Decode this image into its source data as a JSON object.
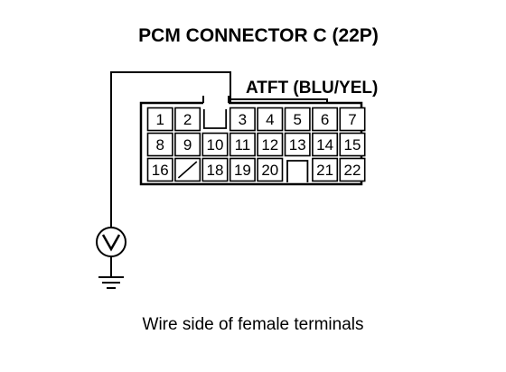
{
  "title": "PCM CONNECTOR C (22P)",
  "wire_label": "ATFT (BLU/YEL)",
  "caption": "Wire side of female terminals",
  "connector": {
    "rows": [
      [
        "1",
        "2",
        "",
        "3",
        "4",
        "5",
        "6",
        "7"
      ],
      [
        "8",
        "9",
        "10",
        "11",
        "12",
        "13",
        "14",
        "15"
      ],
      [
        "16",
        "",
        "18",
        "19",
        "20",
        "",
        "21",
        "22"
      ]
    ]
  },
  "meter_icon": "voltmeter-icon",
  "ground_icon": "ground-icon"
}
